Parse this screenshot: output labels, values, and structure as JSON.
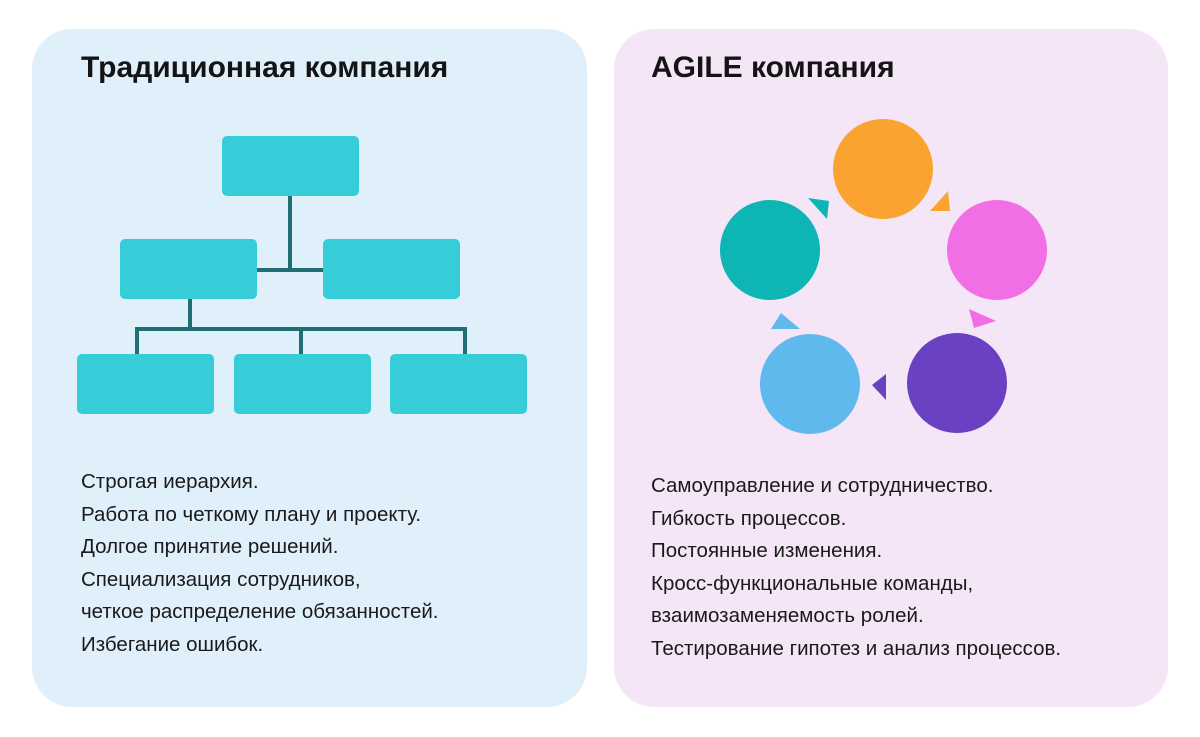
{
  "traditional": {
    "title": "Традиционная компания",
    "lines": [
      "Строгая иерархия.",
      "Работа по четкому плану и проекту.",
      "Долгое принятие решений.",
      "Специализация сотрудников,",
      "четкое распределение обязанностей.",
      "Избегание ошибок."
    ]
  },
  "agile": {
    "title": "AGILE компания",
    "lines": [
      "Самоуправление и сотрудничество.",
      "Гибкость процессов.",
      "Постоянные изменения.",
      "Кросс-функциональные команды,",
      "взаимозаменяемость ролей.",
      "Тестирование гипотез и анализ процессов."
    ]
  },
  "colors": {
    "left_panel_bg": "#dff0fb",
    "right_panel_bg": "#f4e6f6",
    "org_box": "#37cdd8",
    "org_connector": "#1f6e73",
    "cycle_orange": "#fba330",
    "cycle_pink": "#f26ee4",
    "cycle_purple": "#6a41c3",
    "cycle_light_blue": "#5fb9ec",
    "cycle_teal": "#0db5b5"
  }
}
